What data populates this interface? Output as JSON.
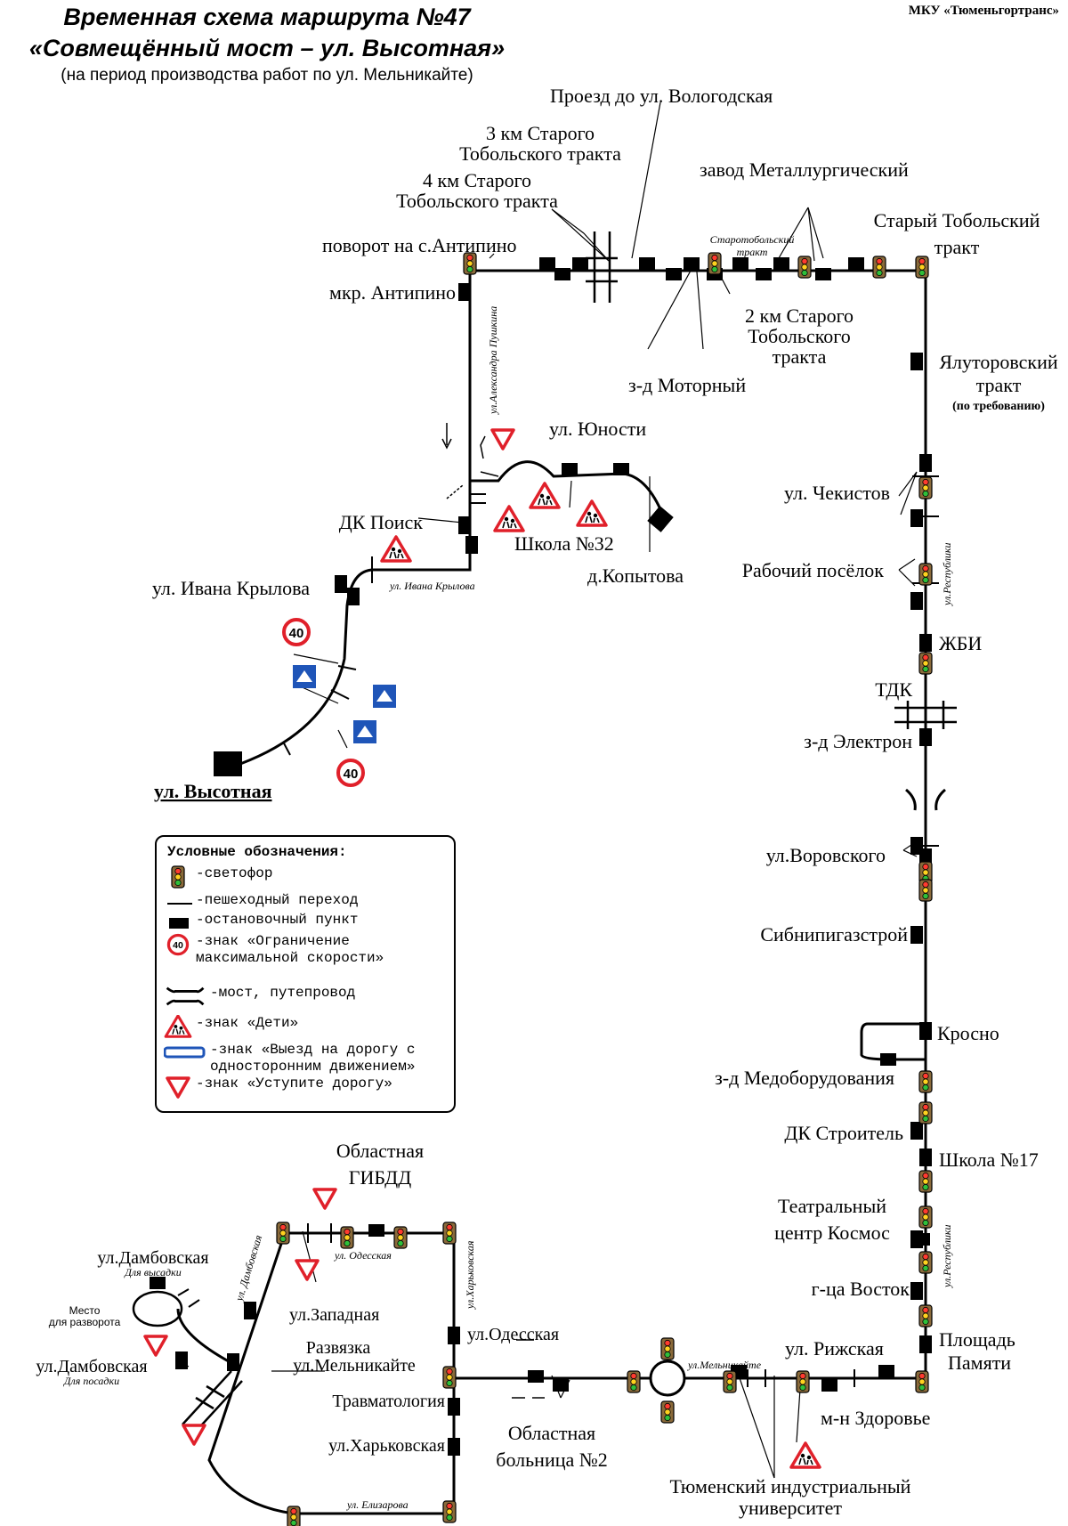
{
  "header": {
    "route_title": "Временная схема маршрута №47",
    "route_name": "«Совмещённый мост – ул. Высотная»",
    "subtitle": "(на период производства работ по ул. Мельникайте)",
    "organization": "МКУ «Тюменьгортранс»"
  },
  "stops": {
    "proezd_vologodskaya": "Проезд до ул. Вологодская",
    "km3_line1": "3 км Старого",
    "km3_line2": "Тобольского тракта",
    "km4_line1": "4 км Старого",
    "km4_line2": "Тобольского тракта",
    "zavod_metallurg": "завод Металлургический",
    "stary_tobolsky_1": "Старый Тобольский",
    "stary_tobolsky_2": "тракт",
    "povorot_antipino": "поворот на с.Антипино",
    "mkr_antipino": "мкр. Антипино",
    "km2_line1": "2 км Старого",
    "km2_line2": "Тобольского",
    "km2_line3": "тракта",
    "zd_motorny": "з-д Моторный",
    "yalutorovsky_1": "Ялуторовский",
    "yalutorovsky_2": "тракт",
    "yalutorovsky_note": "(по требованию)",
    "yunosti": "ул. Юности",
    "chekistov": "ул. Чекистов",
    "dk_poisk": "ДК Поиск",
    "shkola_32": "Школа №32",
    "d_kopytova": "д.Копытова",
    "rabochy_posyolok": "Рабочий посёлок",
    "ivana_krylova": "ул. Ивана Крылова",
    "zhbi": "ЖБИ",
    "tdk": "ТДК",
    "zd_elektron": "з-д Электрон",
    "vysotnaya": "ул. Высотная",
    "vorovskogo": "ул.Воровского",
    "sibnipigazstroy": "Сибнипигазстрой",
    "krosno": "Кросно",
    "zd_medoborudovaniya": "з-д Медоборудования",
    "dk_stroitel": "ДК Строитель",
    "shkola_17": "Школа №17",
    "oblastnaya_gibdd_1": "Областная",
    "oblastnaya_gibdd_2": "ГИБДД",
    "teatr_1": "Театральный",
    "teatr_2": "центр Космос",
    "damb_vysadka": "ул.Дамбовская",
    "damb_vysadka_note": "Для высадки",
    "zapadnaya": "ул.Западная",
    "gca_vostok": "г-ца Восток",
    "mesto_1": "Место",
    "mesto_2": "для разворота",
    "odesskaya": "ул.Одесская",
    "ploshchad_1": "Площадь",
    "ploshchad_2": "Памяти",
    "razvyazka_1": "Развязка",
    "razvyazka_2": "ул.Мельникайте",
    "rizhskaya": "ул. Рижская",
    "damb_posadka": "ул.Дамбовская",
    "damb_posadka_note": "Для посадки",
    "travmatologiya": "Травматология",
    "m_n_zdorovye": "м-н Здоровье",
    "kharkovskaya": "ул.Харьковская",
    "bolnitsa_1": "Областная",
    "bolnitsa_2": "больница №2",
    "universitet_1": "Тюменский индустриальный",
    "universitet_2": "университет"
  },
  "streets": {
    "pushkina": "ул.Александра Пушкина",
    "starotobolsky_1": "Старотобольский",
    "starotobolsky_2": "тракт",
    "ivana_krylova": "ул. Ивана Крылова",
    "respubliki": "ул.Республики",
    "dambovskaya": "ул. Дамбовская",
    "odesskaya": "ул. Одесская",
    "kharkovskaya": "ул.Харьковская",
    "melnikaite": "ул.Мельникайте",
    "elizarova": "ул. Елизарова"
  },
  "signs": {
    "speed_limit": "40"
  },
  "legend": {
    "title": "Условные обозначения:",
    "traffic_light": "-светофор",
    "crosswalk": "-пешеходный переход",
    "stop": "-остановочный пункт",
    "speed_limit": "-знак «Ограничение\nмаксимальной скорости»",
    "speed_limit_value": "40",
    "bridge": "-мост, путепровод",
    "children": "-знак «Дети»",
    "one_way": "-знак «Выезд на дорогу с\nодносторонним движением»",
    "yield": "-знак «Уступите дорогу»"
  },
  "colors": {
    "route": "#000000",
    "sign_red": "#e0202a",
    "sign_blue": "#1f55b8",
    "light_bg": "#8a6a3a"
  }
}
